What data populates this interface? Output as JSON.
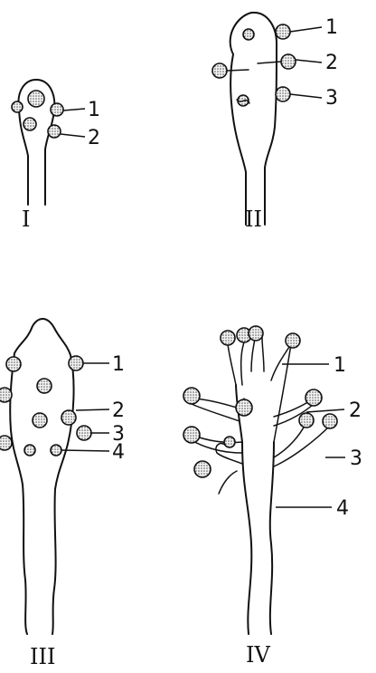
{
  "panels": [
    {
      "id": "I",
      "label": "I",
      "numbers": [
        "1",
        "2"
      ]
    },
    {
      "id": "II",
      "label": "II",
      "numbers": [
        "1",
        "2",
        "3"
      ]
    },
    {
      "id": "III",
      "label": "III",
      "numbers": [
        "1",
        "2",
        "3",
        "4"
      ]
    },
    {
      "id": "IV",
      "label": "IV",
      "numbers": [
        "1",
        "2",
        "3",
        "4"
      ]
    }
  ]
}
